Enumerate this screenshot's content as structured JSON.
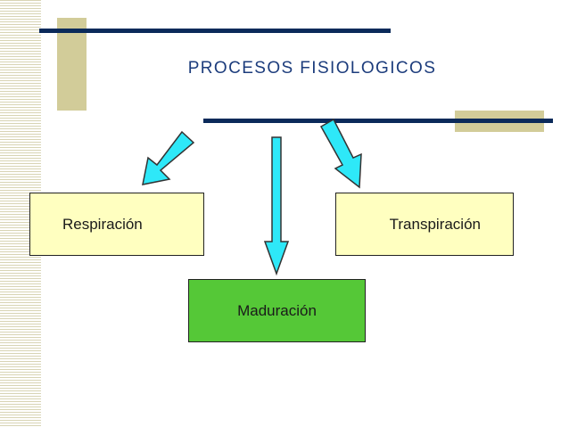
{
  "title": "PROCESOS FISIOLOGICOS",
  "nodes": {
    "respiracion": "Respiración",
    "transpiracion": "Transpiración",
    "maduracion": "Maduración"
  },
  "colors": {
    "navy_rule": "#0b2a5a",
    "olive_accent": "#d2cc99",
    "arrow_fill": "#2ee8f8",
    "yellow_box": "#ffffc0",
    "green_box": "#55c837"
  }
}
